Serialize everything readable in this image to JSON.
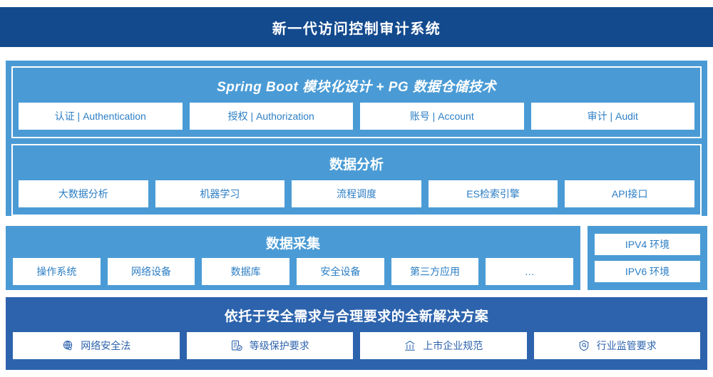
{
  "header": {
    "title": "新一代访问控制审计系统"
  },
  "upper_panel": {
    "groups": [
      {
        "title": "Spring Boot 模块化设计 + PG 数据仓储技术",
        "italic": true,
        "chips": [
          "认证 | Authentication",
          "授权 | Authorization",
          "账号 | Account",
          "审计 | Audit"
        ]
      },
      {
        "title": "数据分析",
        "italic": false,
        "chips": [
          "大数据分析",
          "机器学习",
          "流程调度",
          "ES检索引擎",
          "API接口"
        ]
      }
    ]
  },
  "collection": {
    "title": "数据采集",
    "chips": [
      "操作系统",
      "网络设备",
      "数据库",
      "安全设备",
      "第三方应用",
      "…"
    ],
    "environments": [
      "IPV4 环境",
      "IPV6 环境"
    ]
  },
  "bottom_panel": {
    "title": "依托于安全需求与合理要求的全新解决方案",
    "items": [
      {
        "label": "网络安全法",
        "icon": "globe-network-icon"
      },
      {
        "label": "等级保护要求",
        "icon": "document-check-icon"
      },
      {
        "label": "上市企业规范",
        "icon": "bank-building-icon"
      },
      {
        "label": "行业监管要求",
        "icon": "shield-search-icon"
      }
    ]
  },
  "colors": {
    "header_blue": "#134a8e",
    "light_blue": "#4a9bd5",
    "deep_blue": "#2d63ad",
    "chip_text": "#2b7ec4",
    "white": "#ffffff"
  }
}
